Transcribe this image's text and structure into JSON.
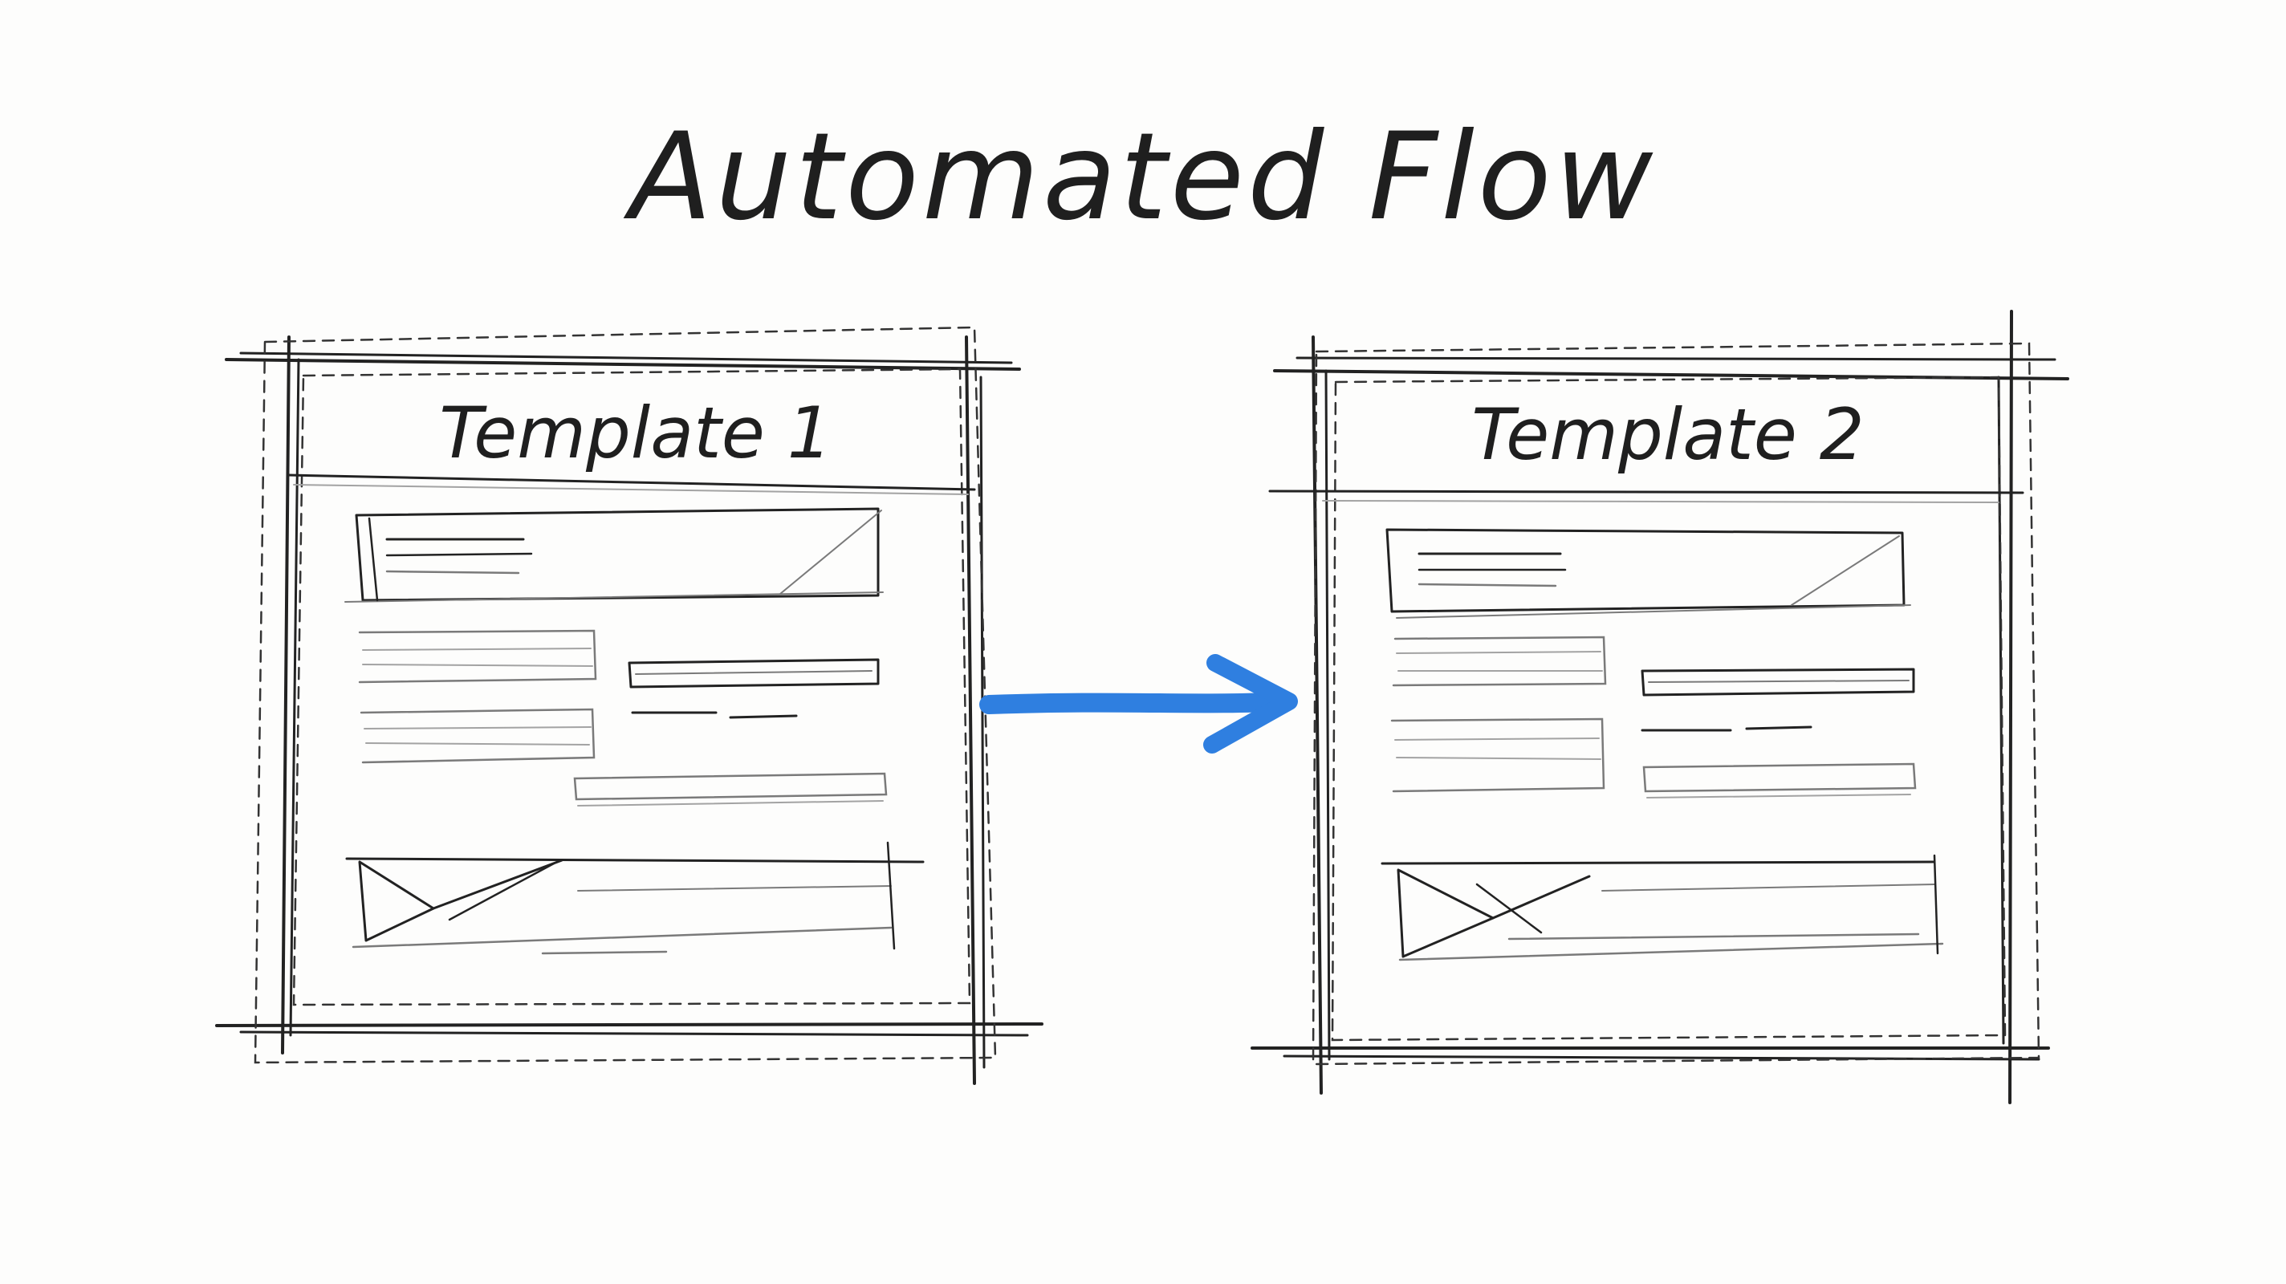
{
  "diagram": {
    "title": "Automated Flow",
    "nodes": [
      {
        "id": "template-1",
        "label": "Template 1"
      },
      {
        "id": "template-2",
        "label": "Template 2"
      }
    ],
    "edges": [
      {
        "from": "template-1",
        "to": "template-2",
        "style": "arrow"
      }
    ]
  },
  "colors": {
    "ink": "#222222",
    "pencil": "#7a7a7a",
    "arrow": "#2f7fe0",
    "background": "#fdfdfc"
  }
}
